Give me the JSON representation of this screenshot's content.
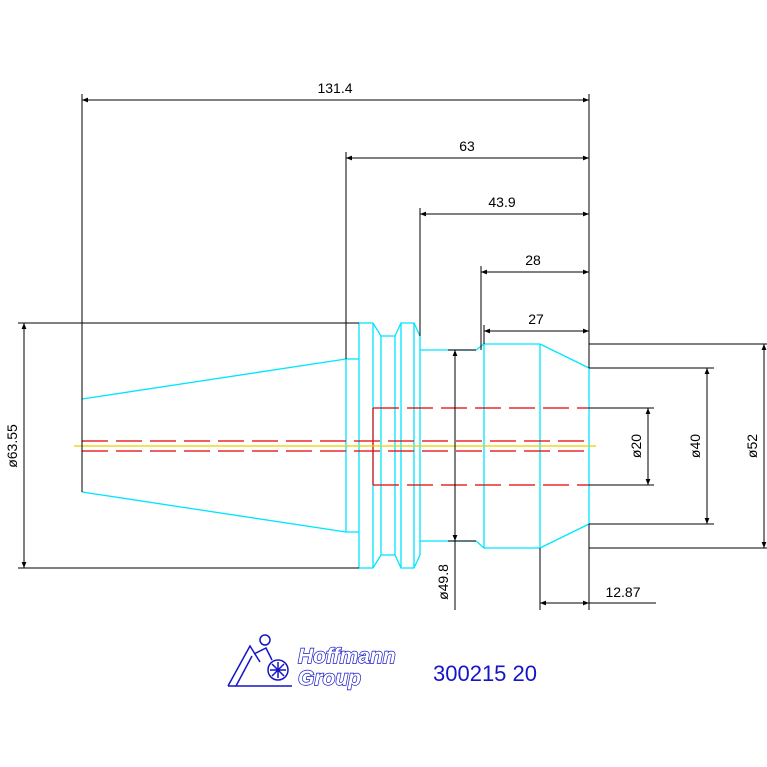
{
  "dimensions": {
    "overall_length": "131.4",
    "length_63": "63",
    "length_43_9": "43.9",
    "length_28": "28",
    "length_27": "27",
    "taper_diameter": "ø63.55",
    "collar_diameter": "ø49.8",
    "bore_diameter": "ø20",
    "face_diameter": "ø40",
    "nose_diameter": "ø52",
    "chamfer_length": "12.87"
  },
  "logo": {
    "line1": "Hoffmann",
    "line2": "Group"
  },
  "part_number": "300215 20",
  "colors": {
    "outline": "#00e5ff",
    "dimension": "#000000",
    "hidden": "#e00000",
    "centerline": "#e8d000",
    "brand": "#1515c8"
  }
}
